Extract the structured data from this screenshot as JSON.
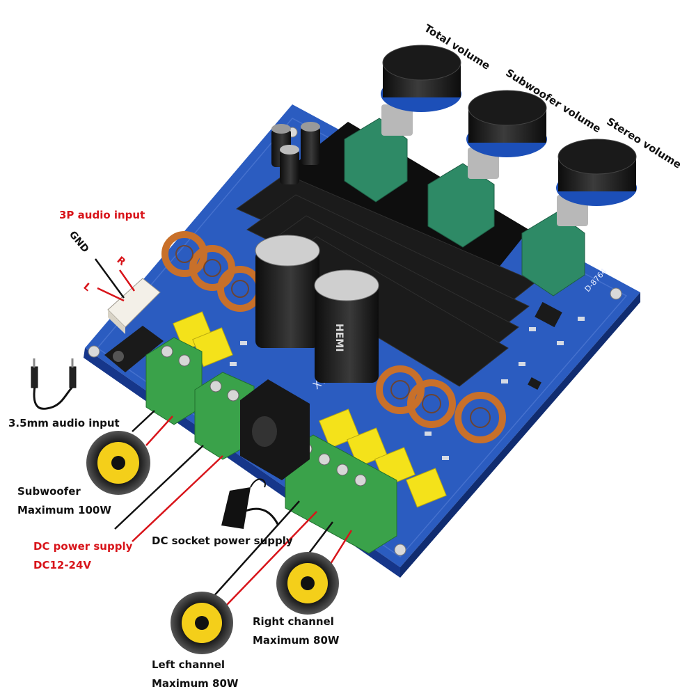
{
  "labels": {
    "total_volume": "Total volume",
    "subwoofer_volume": "Subwoofer volume",
    "stereo_volume": "Stereo volume",
    "audio_input_3p": "3P audio input",
    "gnd": "GND",
    "pin_r": "R",
    "pin_l": "L",
    "audio_input_35": "3.5mm audio input",
    "subwoofer": "Subwoofer",
    "subwoofer_max": "Maximum 100W",
    "dc_power": "DC power supply",
    "dc_range": "DC12-24V",
    "dc_socket": "DC socket power supply",
    "right_channel": "Right channel",
    "right_max": "Maximum 80W",
    "left_channel": "Left channel",
    "left_max": "Maximum 80W"
  },
  "board": {
    "model": "XY596",
    "cap_brand": "HEMI",
    "pcb_ref": "D-8764",
    "colors": {
      "pcb": "#1f4ea8",
      "heatsink": "#141414",
      "terminal": "#3aa24a",
      "knob": "#1a1a1a",
      "knob_ring": "#1c4fb8",
      "pot": "#2e8a66",
      "film_cap": "#f4e21a",
      "inductor_wire": "#c8702a",
      "label_red": "#d8141a"
    }
  },
  "icons": [
    "speaker-icon",
    "audio-cable-icon",
    "power-adapter-icon"
  ]
}
